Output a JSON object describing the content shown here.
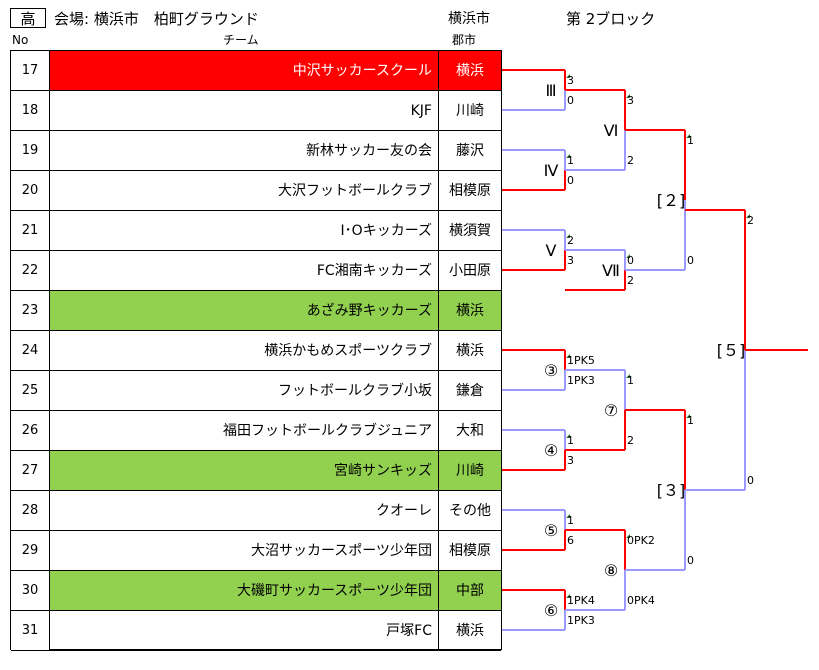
{
  "header": {
    "badge": "高",
    "venue": "会場: 横浜市　柏町グラウンド",
    "city_label": "横浜市",
    "block": "第 2ブロック",
    "col_no": "No",
    "col_team": "チーム",
    "col_city": "郡市"
  },
  "rows": [
    {
      "no": "17",
      "team": "中沢サッカースクール",
      "city": "横浜",
      "highlight": "red"
    },
    {
      "no": "18",
      "team": "KJF",
      "city": "川崎",
      "highlight": "none"
    },
    {
      "no": "19",
      "team": "新林サッカー友の会",
      "city": "藤沢",
      "highlight": "none"
    },
    {
      "no": "20",
      "team": "大沢フットボールクラブ",
      "city": "相模原",
      "highlight": "none"
    },
    {
      "no": "21",
      "team": "I･Oキッカーズ",
      "city": "横須賀",
      "highlight": "none"
    },
    {
      "no": "22",
      "team": "FC湘南キッカーズ",
      "city": "小田原",
      "highlight": "none"
    },
    {
      "no": "23",
      "team": "あざみ野キッカーズ",
      "city": "横浜",
      "highlight": "green"
    },
    {
      "no": "24",
      "team": "横浜かもめスポーツクラブ",
      "city": "横浜",
      "highlight": "none"
    },
    {
      "no": "25",
      "team": "フットボールクラブ小坂",
      "city": "鎌倉",
      "highlight": "none"
    },
    {
      "no": "26",
      "team": "福田フットボールクラブジュニア",
      "city": "大和",
      "highlight": "none"
    },
    {
      "no": "27",
      "team": "宮崎サンキッズ",
      "city": "川崎",
      "highlight": "green"
    },
    {
      "no": "28",
      "team": "クオーレ",
      "city": "その他",
      "highlight": "none"
    },
    {
      "no": "29",
      "team": "大沼サッカースポーツ少年団",
      "city": "相模原",
      "highlight": "none"
    },
    {
      "no": "30",
      "team": "大磯町サッカースポーツ少年団",
      "city": "中部",
      "highlight": "green"
    },
    {
      "no": "31",
      "team": "戸塚FC",
      "city": "横浜",
      "highlight": "none"
    }
  ],
  "bracket": {
    "colors": {
      "winner": "#ff0000",
      "loser": "#9999ff"
    },
    "matches": [
      {
        "label": "Ⅲ",
        "scores": [
          "3",
          "0"
        ]
      },
      {
        "label": "Ⅳ",
        "scores": [
          "1",
          "0"
        ]
      },
      {
        "label": "Ⅴ",
        "scores": [
          "2",
          "3"
        ]
      },
      {
        "label": "③",
        "scores": [
          "1PK5",
          "1PK3"
        ]
      },
      {
        "label": "④",
        "scores": [
          "1",
          "3"
        ]
      },
      {
        "label": "⑤",
        "scores": [
          "1",
          "6"
        ]
      },
      {
        "label": "⑥",
        "scores": [
          "1PK4",
          "1PK3"
        ]
      },
      {
        "label": "Ⅵ",
        "scores": [
          "3",
          "2"
        ]
      },
      {
        "label": "Ⅶ",
        "scores": [
          "0",
          "2"
        ]
      },
      {
        "label": "⑦",
        "scores": [
          "1",
          "2"
        ]
      },
      {
        "label": "⑧",
        "scores": [
          "0PK2",
          "0PK4"
        ]
      },
      {
        "label": "[２]",
        "scores": [
          "1",
          "0"
        ]
      },
      {
        "label": "[３]",
        "scores": [
          "1",
          "0"
        ]
      },
      {
        "label": "[５]",
        "scores": [
          "2",
          "0"
        ]
      }
    ]
  }
}
